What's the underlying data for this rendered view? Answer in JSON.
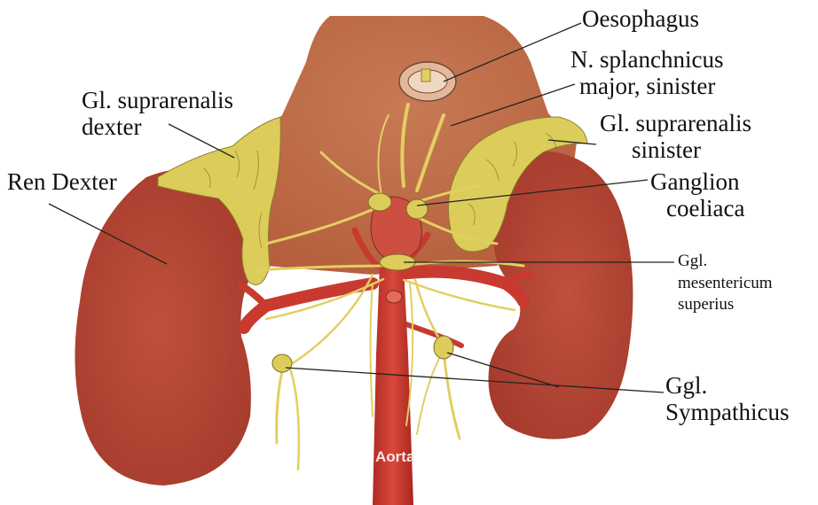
{
  "labels": {
    "oesophagus": "Oesophagus",
    "splanchnicus_line1": "N. splanchnicus",
    "splanchnicus_line2": "major, sinister",
    "supra_dexter_line1": "Gl. suprarenalis",
    "supra_dexter_line2": "dexter",
    "supra_sinister_line1": "Gl. suprarenalis",
    "supra_sinister_line2": "sinister",
    "ren_dexter": "Ren Dexter",
    "ganglion_coeliaca_line1": "Ganglion",
    "ganglion_coeliaca_line2": "coeliaca",
    "mesentericum_line1": "Ggl.",
    "mesentericum_line2": "mesentericum",
    "mesentericum_line3": "superius",
    "sympathicus_line1": "Ggl.",
    "sympathicus_line2": "Sympathicus",
    "aorta": "Aorta"
  },
  "colors": {
    "liver_background": "#c06a45",
    "kidney": "#b94535",
    "adrenal_gland": "#dccd5a",
    "nerve": "#e2cf62",
    "artery": "#c83a30",
    "leader_line": "#222222"
  }
}
